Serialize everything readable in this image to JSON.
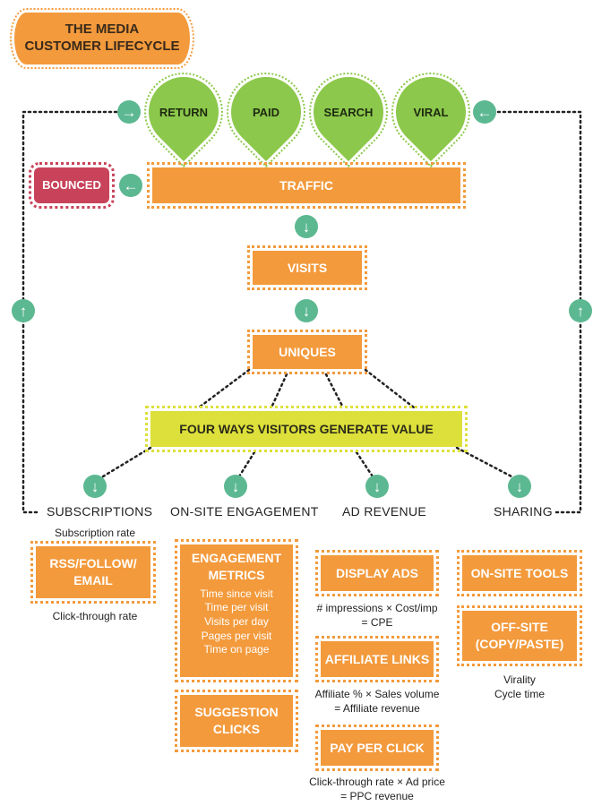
{
  "title": {
    "line1": "THE MEDIA",
    "line2": "CUSTOMER LIFECYCLE"
  },
  "sources": [
    "RETURN",
    "PAID",
    "SEARCH",
    "VIRAL"
  ],
  "flow": {
    "traffic": "TRAFFIC",
    "bounced": "BOUNCED",
    "visits": "VISITS",
    "uniques": "UNIQUES",
    "value": "FOUR WAYS VISITORS GENERATE VALUE"
  },
  "categories": {
    "subscriptions": "SUBSCRIPTIONS",
    "engagement": "ON-SITE ENGAGEMENT",
    "ad_revenue": "AD REVENUE",
    "sharing": "SHARING"
  },
  "subscriptions": {
    "top_note": "Subscription rate",
    "box": [
      "RSS/FOLLOW/",
      "EMAIL"
    ],
    "bottom_note": "Click-through rate"
  },
  "engagement": {
    "box_title": [
      "ENGAGEMENT",
      "METRICS"
    ],
    "metrics": [
      "Time since visit",
      "Time per visit",
      "Visits per day",
      "Pages per visit",
      "Time on page"
    ],
    "suggestion": [
      "SUGGESTION",
      "CLICKS"
    ]
  },
  "ad_revenue": {
    "display": "DISPLAY ADS",
    "display_note": [
      "# impressions × Cost/imp",
      "= CPE"
    ],
    "affiliate": "AFFILIATE LINKS",
    "affiliate_note": [
      "Affiliate % × Sales volume",
      "= Affiliate revenue"
    ],
    "ppc": "PAY PER CLICK",
    "ppc_note": [
      "Click-through rate × Ad price",
      "= PPC revenue"
    ]
  },
  "sharing": {
    "onsite": "ON-SITE TOOLS",
    "offsite": [
      "OFF-SITE",
      "(COPY/PASTE)"
    ],
    "notes": [
      "Virality",
      "Cycle time"
    ]
  },
  "colors": {
    "orange": "#f39a3c",
    "green_pin": "#8cc84b",
    "arrow": "#5cb891",
    "bounced": "#c8435a",
    "value_box": "#dde03a"
  }
}
